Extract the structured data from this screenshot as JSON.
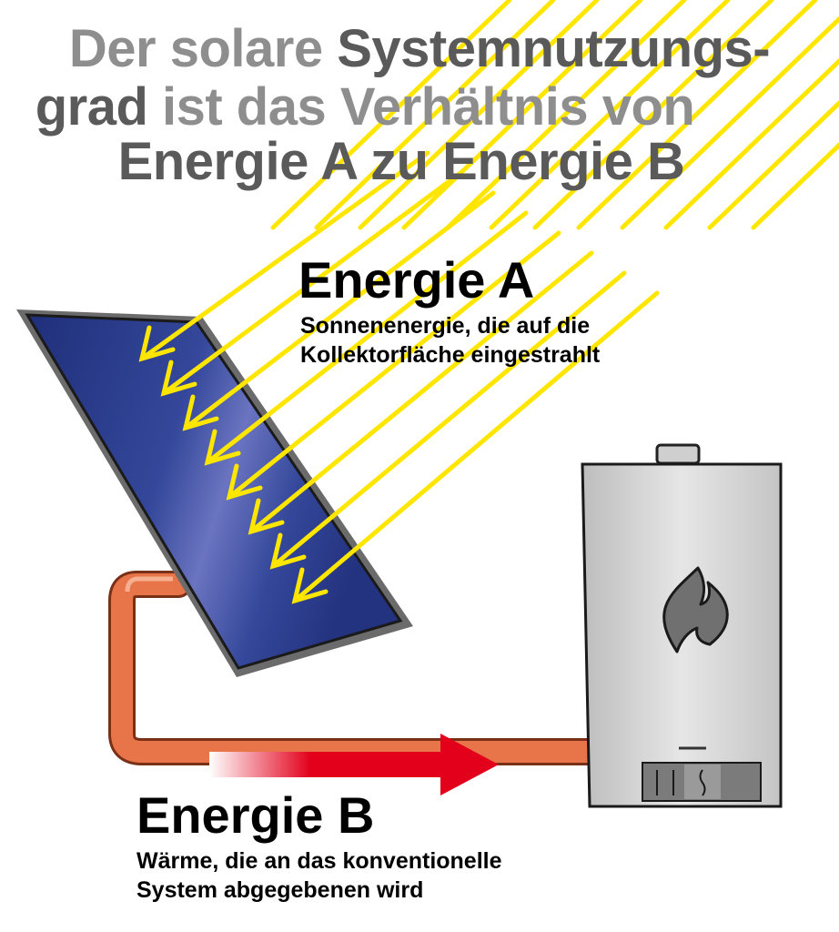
{
  "headline": {
    "line1_light": "Der solare ",
    "line1_strong": "Systemnutzungs-",
    "line2_strong": "grad",
    "line2_light": " ist das Verhältnis von",
    "line3_strong": "Energie A zu Energie B"
  },
  "energy_a": {
    "title": "Energie A",
    "line1": "Sonnenenergie, die auf die",
    "line2": "Kollektorfläche eingestrahlt"
  },
  "energy_b": {
    "title": "Energie B",
    "line1": "Wärme, die an das konventionelle",
    "line2": "System abgegebenen wird"
  },
  "colors": {
    "sun_rays": "#ffe600",
    "panel_blue": "#2c3f8e",
    "pipe_orange": "#e8744a",
    "flow_arrow_red": "#e3001b",
    "boiler_grey": "#d8d8d8",
    "headline_light": "#8e8e8e",
    "headline_dark": "#5a5a5a"
  },
  "icons": [
    "sun-ray-arrow-icon",
    "solar-collector-icon",
    "boiler-icon",
    "flame-icon",
    "flow-arrow-icon"
  ]
}
